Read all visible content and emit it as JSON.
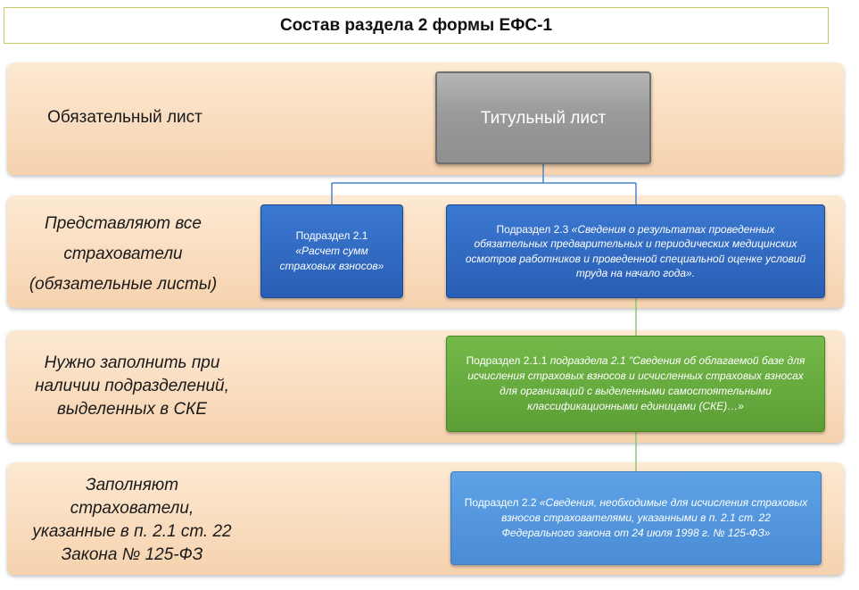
{
  "title": "Состав раздела 2 формы ЕФС-1",
  "rows": [
    {
      "label_lines": [
        "Обязательный лист"
      ]
    },
    {
      "label_lines": [
        "Представляют все",
        "страхователи",
        "(обязательные листы)"
      ]
    },
    {
      "label_lines": [
        "Нужно заполнить при",
        "наличии подразделений,",
        "выделенных в СКЕ"
      ]
    },
    {
      "label_lines": [
        "Заполняют",
        "страхователи,",
        "указанные в п. 2.1 ст. 22",
        "Закона № 125-ФЗ"
      ]
    }
  ],
  "boxes": {
    "title_sheet": "Титульный  лист",
    "sub_2_1": {
      "lead": "Подраздел 2.1",
      "body": "«Расчет сумм страховых взносов»"
    },
    "sub_2_3": {
      "lead": "Подраздел 2.3 ",
      "body": "«Сведения о результатах проведенных обязательных предварительных и периодических медицинских осмотров работников и проведенной специальной оценке условий труда на начало года»."
    },
    "sub_2_1_1": {
      "lead": "Подраздел 2.1.1 ",
      "body": "подраздела 2.1 \"Сведения об облагаемой базе для исчисления страховых взносов и исчисленных страховых взносах для организаций с выделенными самостоятельными классификационными единицами (СКЕ)…»"
    },
    "sub_2_2": {
      "lead": "Подраздел 2.2 ",
      "body": "«Сведения, необходимые для исчисления страховых взносов страхователями, указанными в п. 2.1 ст. 22 Федерального закона от 24 июля 1998 г. № 125-ФЗ»"
    }
  },
  "colors": {
    "band": "#f6d2ae",
    "blue_box": "#2a5eb5",
    "green_box": "#5c9e35",
    "lightblue_box": "#4a8cd6",
    "grey_box": "#9a9a9a",
    "connector": "#4a86c8"
  }
}
